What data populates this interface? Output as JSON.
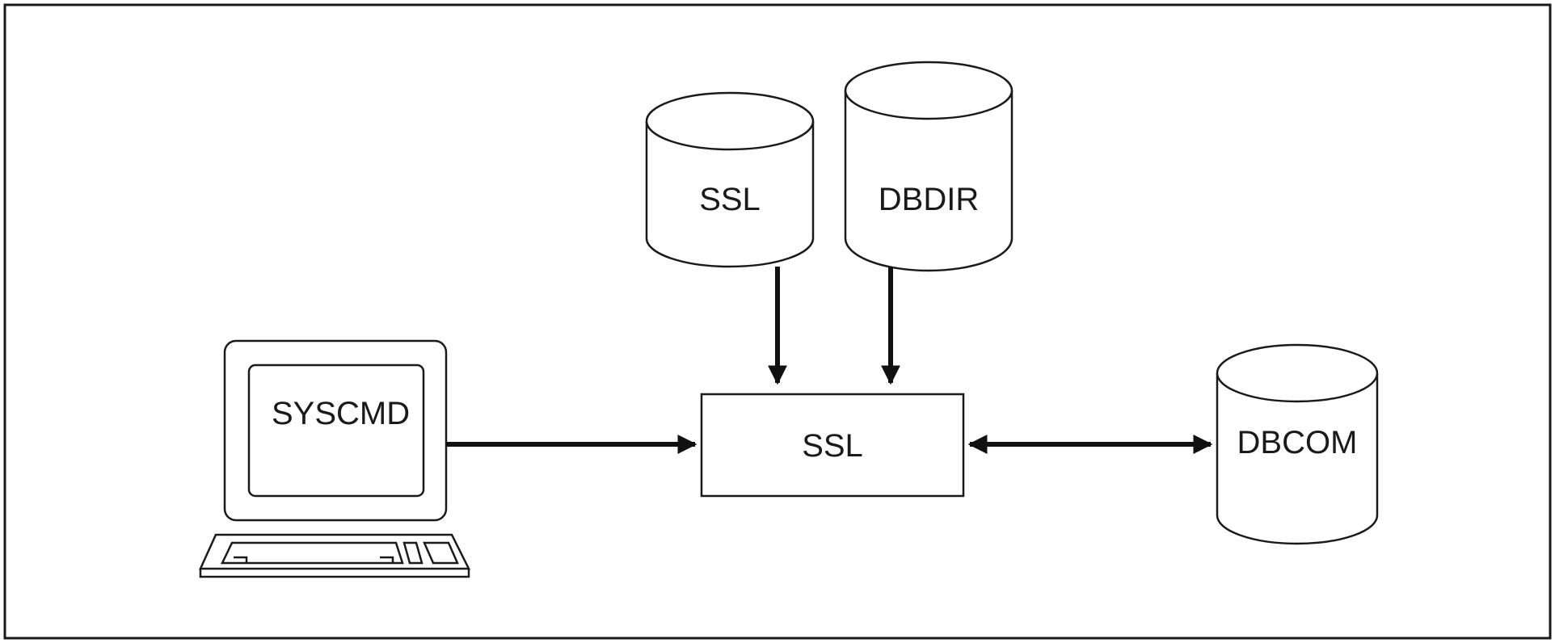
{
  "diagram": {
    "terminal_label": "SYSCMD",
    "process_label": "SSL",
    "db_ssl_label": "SSL",
    "db_dbdir_label": "DBDIR",
    "db_dbcom_label": "DBCOM"
  },
  "colors": {
    "line": "#1a1a1a",
    "background": "#ffffff"
  },
  "icons": [
    "terminal-icon",
    "keyboard-icon",
    "database-cylinder-icon"
  ]
}
